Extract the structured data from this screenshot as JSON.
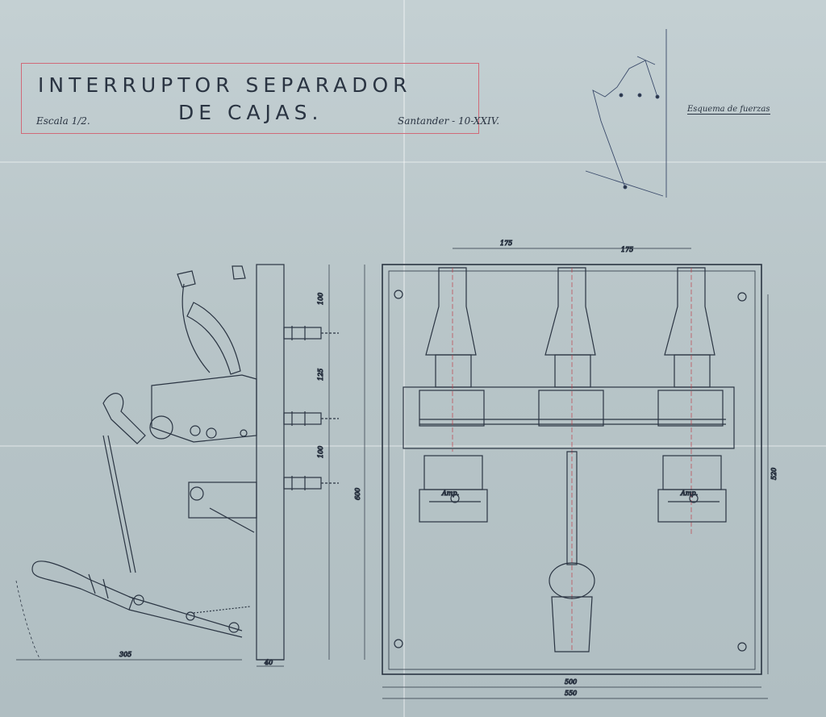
{
  "title": {
    "line1": "INTERRUPTOR SEPARADOR",
    "line2": "DE CAJAS.",
    "scale": "Escala 1/2.",
    "place_date": "Santander - 10-XXIV."
  },
  "forces_diagram": {
    "label": "Esquema de fuerzas"
  },
  "dimensions": {
    "left_height_1": "100",
    "left_height_2": "125",
    "left_height_3": "100",
    "panel_height": "600",
    "right_height": "520",
    "pole_spacing_1": "175",
    "pole_spacing_2": "175",
    "bottom_inner_width": "500",
    "bottom_outer_width": "550",
    "handle_length": "305",
    "plate_thickness": "40"
  },
  "meter_label": "Amp.",
  "colors": {
    "paper": "#bcc8cb",
    "ink": "#2a3442",
    "title_border": "#d06a78",
    "center_line": "#c0404a"
  }
}
